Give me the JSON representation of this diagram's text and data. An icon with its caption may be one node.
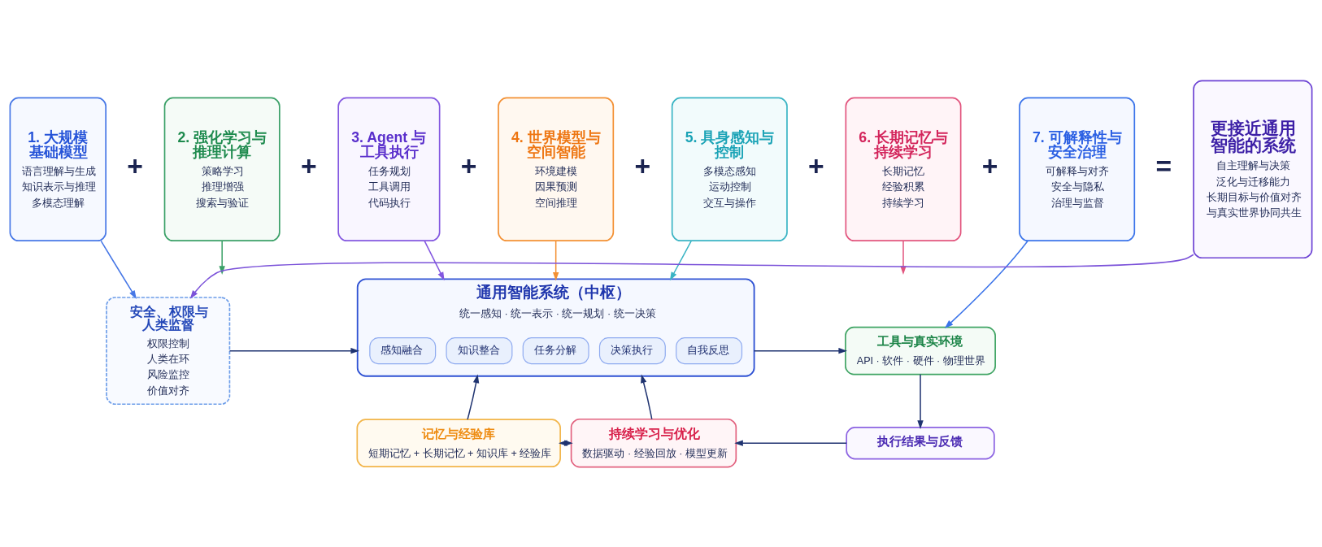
{
  "diagram": {
    "nodes": [
      {
        "text": [
          "1. 大规模基础模型",
          "语言理解与生成",
          "知识表示与推理",
          "多模态理解"
        ]
      },
      {
        "text": [
          "2. 强化学习与推理计算",
          "策略学习",
          "推理增强",
          "搜索与验证"
        ]
      },
      {
        "text": [
          "3. Agent 与工具执行",
          "任务规划",
          "工具调用",
          "代码执行"
        ]
      },
      {
        "text": [
          "4. 世界模型与空间智能",
          "环境建模",
          "因果预测",
          "空间推理"
        ]
      },
      {
        "text": [
          "5. 具身感知与控制",
          "多模态感知",
          "运动控制",
          "交互与操作"
        ]
      },
      {
        "text": [
          "6. 长期记忆与持续学习",
          "长期记忆",
          "经验积累",
          "持续学习"
        ]
      },
      {
        "text": [
          "7. 可解释性与安全治理",
          "可解释与对齐",
          "安全与隐私",
          "治理与监督"
        ]
      },
      {
        "text": [
          "更接近通用智能的系统",
          "自主理解与决策",
          "泛化与迁移能力",
          "长期目标与价值对齐",
          "与真实世界协同共生"
        ]
      },
      {
        "text": [
          "安全、权限与人类监督",
          "权限控制",
          "人类在环",
          "风险监控",
          "价值对齐"
        ]
      },
      {
        "text": [
          "通用智能系统（中枢）",
          "统一感知 · 统一表示 · 统一规划 · 统一决策"
        ]
      },
      {
        "text": [
          "感知融合"
        ],
        "in": 9
      },
      {
        "text": [
          "知识整合"
        ],
        "in": 9
      },
      {
        "text": [
          "任务分解"
        ],
        "in": 9
      },
      {
        "text": [
          "决策执行"
        ],
        "in": 9
      },
      {
        "text": [
          "自我反思"
        ],
        "in": 9
      },
      {
        "text": [
          "工具与真实环境",
          "API · 软件 · 硬件 · 物理世界"
        ]
      },
      {
        "text": [
          "执行结果与反馈"
        ]
      },
      {
        "text": [
          "记忆与经验库",
          "短期记忆 + 长期记忆 + 知识库 + 经验库"
        ]
      },
      {
        "text": [
          "持续学习与优化",
          "数据驱动 · 经验回放 · 模型更新"
        ]
      }
    ],
    "edges": [
      {
        "from": 0,
        "to": 8,
        "arrow": "to",
        "color": "#4677e6"
      },
      {
        "from": 1,
        "to": null,
        "arrow": "to",
        "color": "#3aa067"
      },
      {
        "from": 2,
        "to": 9,
        "arrow": "to",
        "color": "#8357e0"
      },
      {
        "from": 3,
        "to": 9,
        "arrow": "to",
        "color": "#f39033"
      },
      {
        "from": 4,
        "to": 9,
        "arrow": "to",
        "color": "#3ab4c4"
      },
      {
        "from": 5,
        "to": null,
        "arrow": "to",
        "color": "#e2557e"
      },
      {
        "from": 6,
        "to": 15,
        "arrow": "to",
        "color": "#3b74ea"
      },
      {
        "from": 8,
        "to": 9,
        "arrow": "to"
      },
      {
        "from": 9,
        "to": 15,
        "arrow": "to"
      },
      {
        "from": 15,
        "to": 16,
        "arrow": "to"
      },
      {
        "from": 16,
        "to": 18,
        "arrow": "to"
      },
      {
        "from": 18,
        "to": 9,
        "arrow": "to"
      },
      {
        "from": 17,
        "to": 9,
        "arrow": "to"
      },
      {
        "from": 17,
        "to": 18,
        "arrow": "both"
      },
      {
        "from": 7,
        "to": 8,
        "arrow": "to",
        "color": "#7b52d9"
      }
    ],
    "labels": [
      "+",
      "+",
      "+",
      "+",
      "+",
      "+",
      "="
    ]
  }
}
